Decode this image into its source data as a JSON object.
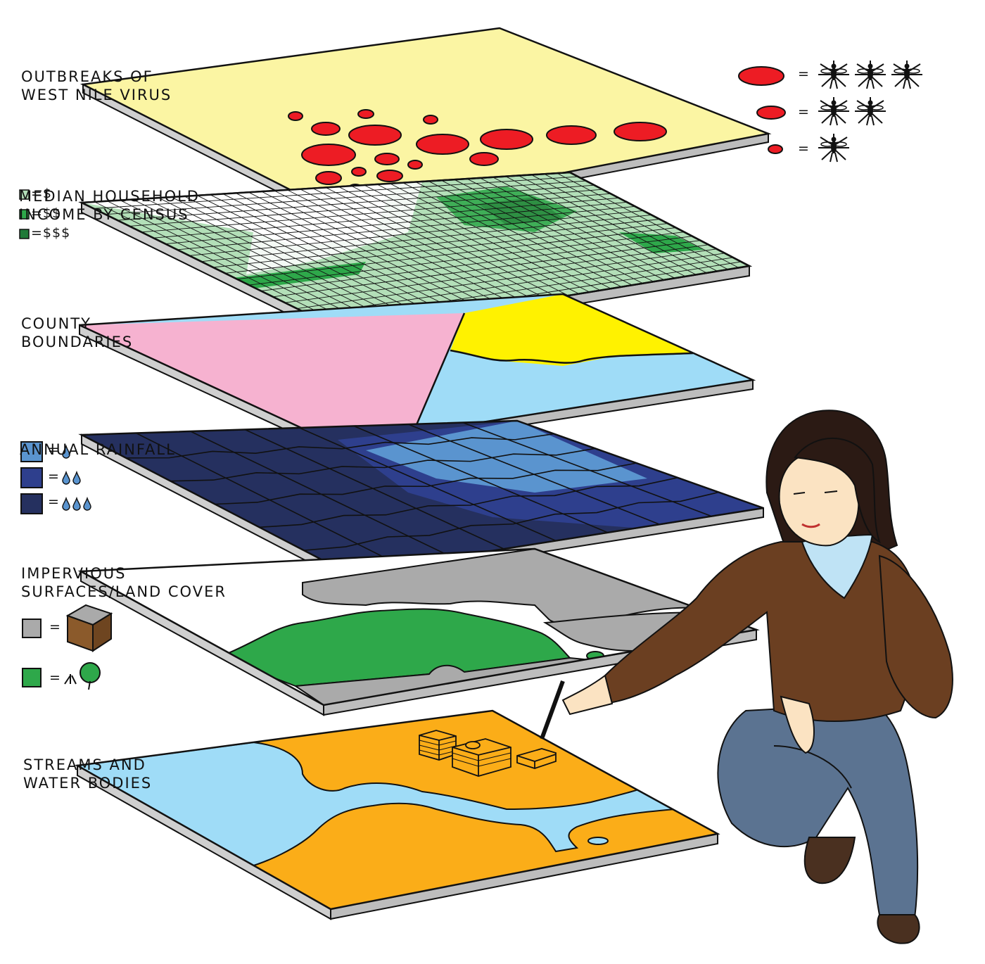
{
  "layers": [
    {
      "id": "west-nile",
      "title_lines": [
        "OUTBREAKS OF",
        "WEST NILE VIRUS"
      ],
      "color": "#fbf5a3"
    },
    {
      "id": "income",
      "title_lines": [
        "MEDIAN HOUSEHOLD",
        "INCOME BY CENSUS"
      ],
      "color": "#b3dfb8"
    },
    {
      "id": "county",
      "title_lines": [
        "COUNTY",
        "BOUNDARIES"
      ],
      "colors": [
        "#f6b2d0",
        "#fff200",
        "#9fdcf7"
      ]
    },
    {
      "id": "rainfall",
      "title_lines": [
        "ANNUAL RAINFALL"
      ],
      "colors": [
        "#5a94cf",
        "#2e3f8d",
        "#25305f"
      ]
    },
    {
      "id": "land-cover",
      "title_lines": [
        "IMPERVIOUS",
        "SURFACES/LAND COVER"
      ],
      "colors": [
        "#aaaaaa",
        "#2ea84a",
        "#ffffff"
      ]
    },
    {
      "id": "streams",
      "title_lines": [
        "STREAMS AND",
        "WATER BODIES"
      ],
      "colors": [
        "#fbad18",
        "#9fdcf7"
      ]
    }
  ],
  "income_legend": [
    {
      "swatch": "#b3dfb8",
      "text": "=$"
    },
    {
      "swatch": "#2ea84a",
      "text": "=$$"
    },
    {
      "swatch": "#1f7a38",
      "text": "=$$$"
    }
  ],
  "rain_legend": [
    {
      "swatch": "#5a94cf",
      "text": "=",
      "drops": 1
    },
    {
      "swatch": "#2e3f8d",
      "text": "=",
      "drops": 2
    },
    {
      "swatch": "#25305f",
      "text": "=",
      "drops": 3
    }
  ],
  "virus_legend": [
    {
      "mosquitoes": 3,
      "text": "="
    },
    {
      "mosquitoes": 2,
      "text": "="
    },
    {
      "mosquitoes": 1,
      "text": "="
    }
  ],
  "land_legend": [
    {
      "swatch": "#aaaaaa",
      "text": "=",
      "icon": "pavement-block-icon"
    },
    {
      "swatch": "#2ea84a",
      "text": "=",
      "icon": "tree-icon"
    }
  ],
  "person": {
    "sweater": "#6b3f21",
    "jeans": "#5b7391",
    "shirt": "#bfe3f5",
    "hair": "#2b1a14",
    "skin": "#fbe3c2"
  }
}
